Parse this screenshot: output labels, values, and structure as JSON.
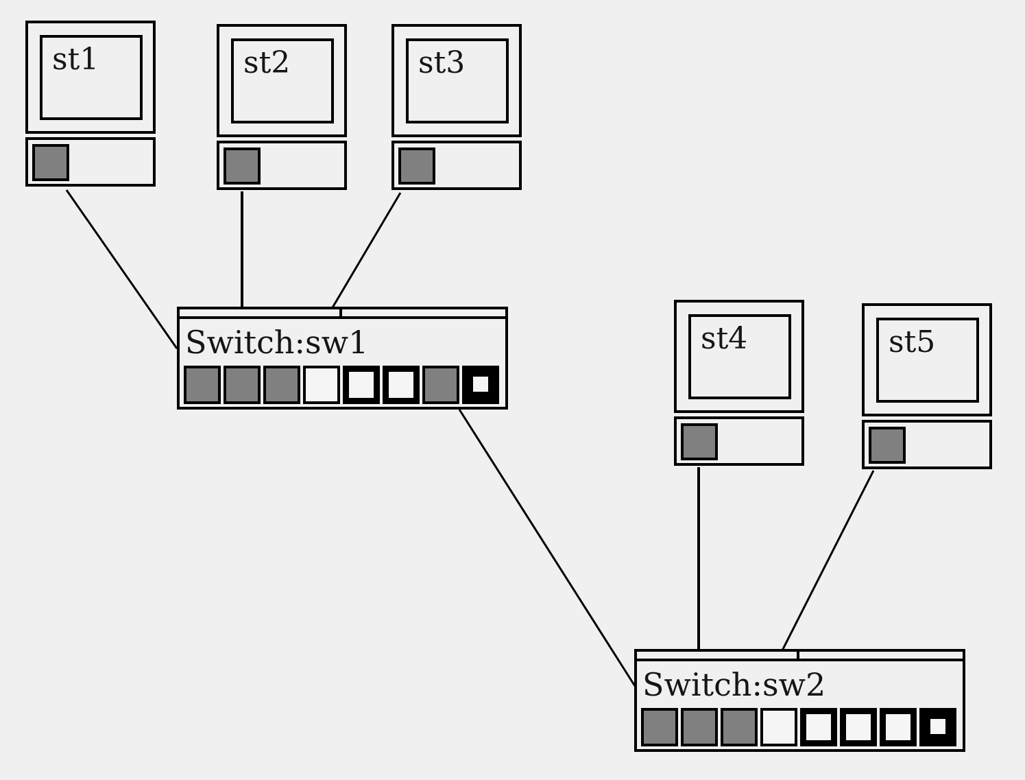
{
  "stations": [
    {
      "id": "st1",
      "label": "st1"
    },
    {
      "id": "st2",
      "label": "st2"
    },
    {
      "id": "st3",
      "label": "st3"
    },
    {
      "id": "st4",
      "label": "st4"
    },
    {
      "id": "st5",
      "label": "st5"
    }
  ],
  "switches": [
    {
      "id": "sw1",
      "label": "Switch:sw1",
      "ports": [
        "active",
        "active",
        "active",
        "free",
        "thick",
        "thick",
        "active",
        "uplink"
      ]
    },
    {
      "id": "sw2",
      "label": "Switch:sw2",
      "ports": [
        "active",
        "active",
        "active",
        "free",
        "thick",
        "thick",
        "thick",
        "uplink"
      ]
    }
  ],
  "links": [
    {
      "from": "st1",
      "to": "sw1"
    },
    {
      "from": "st2",
      "to": "sw1"
    },
    {
      "from": "st3",
      "to": "sw1"
    },
    {
      "from": "sw1",
      "to": "sw2"
    },
    {
      "from": "st4",
      "to": "sw2"
    },
    {
      "from": "st5",
      "to": "sw2"
    }
  ],
  "colors": {
    "background": "#f0f0f0",
    "line": "#000000",
    "port_active": "#808080",
    "port_free": "#f5f5f5"
  }
}
